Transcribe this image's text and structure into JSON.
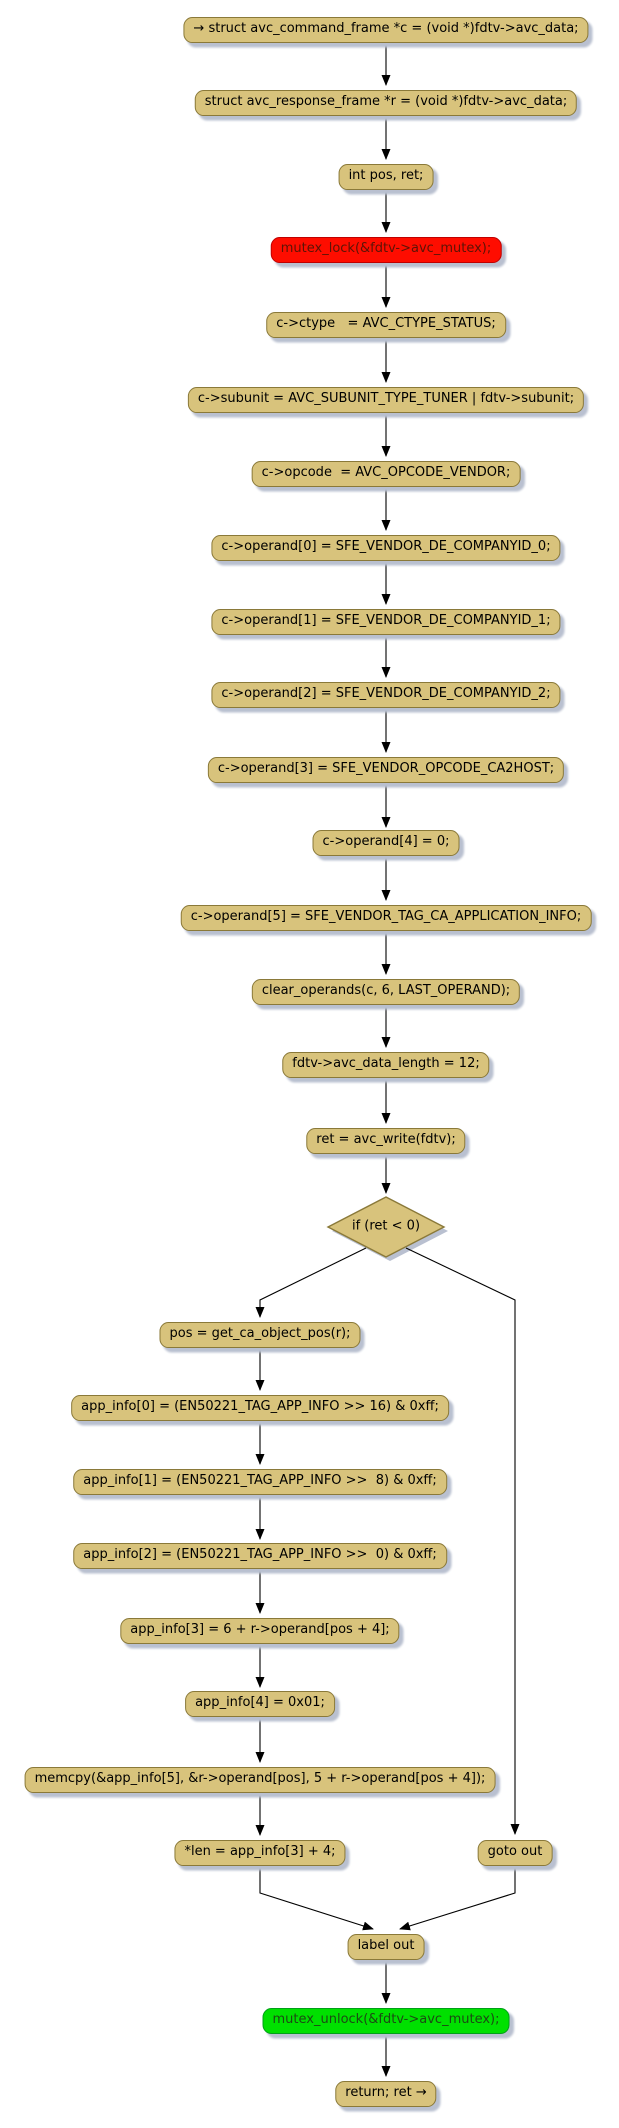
{
  "diagram": {
    "kind": "flowchart",
    "function": "avc_ca_app_info",
    "colors": {
      "background": "#ffffff",
      "node_fill": "#d8c37c",
      "node_border": "#8a7939",
      "node_text": "#000000",
      "lock_fill": "#fe0d00",
      "lock_border": "#c00000",
      "lock_text": "#5c1406",
      "unlock_fill": "#00e000",
      "unlock_border": "#00a018",
      "unlock_text": "#1c4a14",
      "edge": "#000000",
      "shadow": "#b9c0d0"
    },
    "nodes": [
      {
        "id": "n1",
        "kind": "process",
        "label": "→ struct avc_command_frame *c = (void *)fdtv->avc_data;"
      },
      {
        "id": "n2",
        "kind": "process",
        "label": "struct avc_response_frame *r = (void *)fdtv->avc_data;"
      },
      {
        "id": "n3",
        "kind": "process",
        "label": "int pos, ret;"
      },
      {
        "id": "n4",
        "kind": "lock",
        "label": "mutex_lock(&fdtv->avc_mutex);"
      },
      {
        "id": "n5",
        "kind": "process",
        "label": "c->ctype   = AVC_CTYPE_STATUS;"
      },
      {
        "id": "n6",
        "kind": "process",
        "label": "c->subunit = AVC_SUBUNIT_TYPE_TUNER | fdtv->subunit;"
      },
      {
        "id": "n7",
        "kind": "process",
        "label": "c->opcode  = AVC_OPCODE_VENDOR;"
      },
      {
        "id": "n8",
        "kind": "process",
        "label": "c->operand[0] = SFE_VENDOR_DE_COMPANYID_0;"
      },
      {
        "id": "n9",
        "kind": "process",
        "label": "c->operand[1] = SFE_VENDOR_DE_COMPANYID_1;"
      },
      {
        "id": "n10",
        "kind": "process",
        "label": "c->operand[2] = SFE_VENDOR_DE_COMPANYID_2;"
      },
      {
        "id": "n11",
        "kind": "process",
        "label": "c->operand[3] = SFE_VENDOR_OPCODE_CA2HOST;"
      },
      {
        "id": "n12",
        "kind": "process",
        "label": "c->operand[4] = 0;"
      },
      {
        "id": "n13",
        "kind": "process",
        "label": "c->operand[5] = SFE_VENDOR_TAG_CA_APPLICATION_INFO;"
      },
      {
        "id": "n14",
        "kind": "process",
        "label": "clear_operands(c, 6, LAST_OPERAND);"
      },
      {
        "id": "n15",
        "kind": "process",
        "label": "fdtv->avc_data_length = 12;"
      },
      {
        "id": "n16",
        "kind": "process",
        "label": "ret = avc_write(fdtv);"
      },
      {
        "id": "d1",
        "kind": "decision",
        "label": "if (ret < 0)"
      },
      {
        "id": "n17",
        "kind": "process",
        "label": "pos = get_ca_object_pos(r);"
      },
      {
        "id": "n18",
        "kind": "process",
        "label": "app_info[0] = (EN50221_TAG_APP_INFO >> 16) & 0xff;"
      },
      {
        "id": "n19",
        "kind": "process",
        "label": "app_info[1] = (EN50221_TAG_APP_INFO >>  8) & 0xff;"
      },
      {
        "id": "n20",
        "kind": "process",
        "label": "app_info[2] = (EN50221_TAG_APP_INFO >>  0) & 0xff;"
      },
      {
        "id": "n21",
        "kind": "process",
        "label": "app_info[3] = 6 + r->operand[pos + 4];"
      },
      {
        "id": "n22",
        "kind": "process",
        "label": "app_info[4] = 0x01;"
      },
      {
        "id": "n23",
        "kind": "process",
        "label": "memcpy(&app_info[5], &r->operand[pos], 5 + r->operand[pos + 4]);"
      },
      {
        "id": "n24",
        "kind": "process",
        "label": "*len = app_info[3] + 4;"
      },
      {
        "id": "n25",
        "kind": "process",
        "label": "goto out"
      },
      {
        "id": "n26",
        "kind": "process",
        "label": "label out"
      },
      {
        "id": "n27",
        "kind": "unlock",
        "label": "mutex_unlock(&fdtv->avc_mutex);"
      },
      {
        "id": "n28",
        "kind": "process",
        "label": "return; ret →"
      }
    ],
    "edges": [
      {
        "from": "n1",
        "to": "n2"
      },
      {
        "from": "n2",
        "to": "n3"
      },
      {
        "from": "n3",
        "to": "n4"
      },
      {
        "from": "n4",
        "to": "n5"
      },
      {
        "from": "n5",
        "to": "n6"
      },
      {
        "from": "n6",
        "to": "n7"
      },
      {
        "from": "n7",
        "to": "n8"
      },
      {
        "from": "n8",
        "to": "n9"
      },
      {
        "from": "n9",
        "to": "n10"
      },
      {
        "from": "n10",
        "to": "n11"
      },
      {
        "from": "n11",
        "to": "n12"
      },
      {
        "from": "n12",
        "to": "n13"
      },
      {
        "from": "n13",
        "to": "n14"
      },
      {
        "from": "n14",
        "to": "n15"
      },
      {
        "from": "n15",
        "to": "n16"
      },
      {
        "from": "n16",
        "to": "d1"
      },
      {
        "from": "d1",
        "to": "n17"
      },
      {
        "from": "d1",
        "to": "n25"
      },
      {
        "from": "n17",
        "to": "n18"
      },
      {
        "from": "n18",
        "to": "n19"
      },
      {
        "from": "n19",
        "to": "n20"
      },
      {
        "from": "n20",
        "to": "n21"
      },
      {
        "from": "n21",
        "to": "n22"
      },
      {
        "from": "n22",
        "to": "n23"
      },
      {
        "from": "n23",
        "to": "n24"
      },
      {
        "from": "n24",
        "to": "n26"
      },
      {
        "from": "n25",
        "to": "n26"
      },
      {
        "from": "n26",
        "to": "n27"
      },
      {
        "from": "n27",
        "to": "n28"
      }
    ]
  }
}
